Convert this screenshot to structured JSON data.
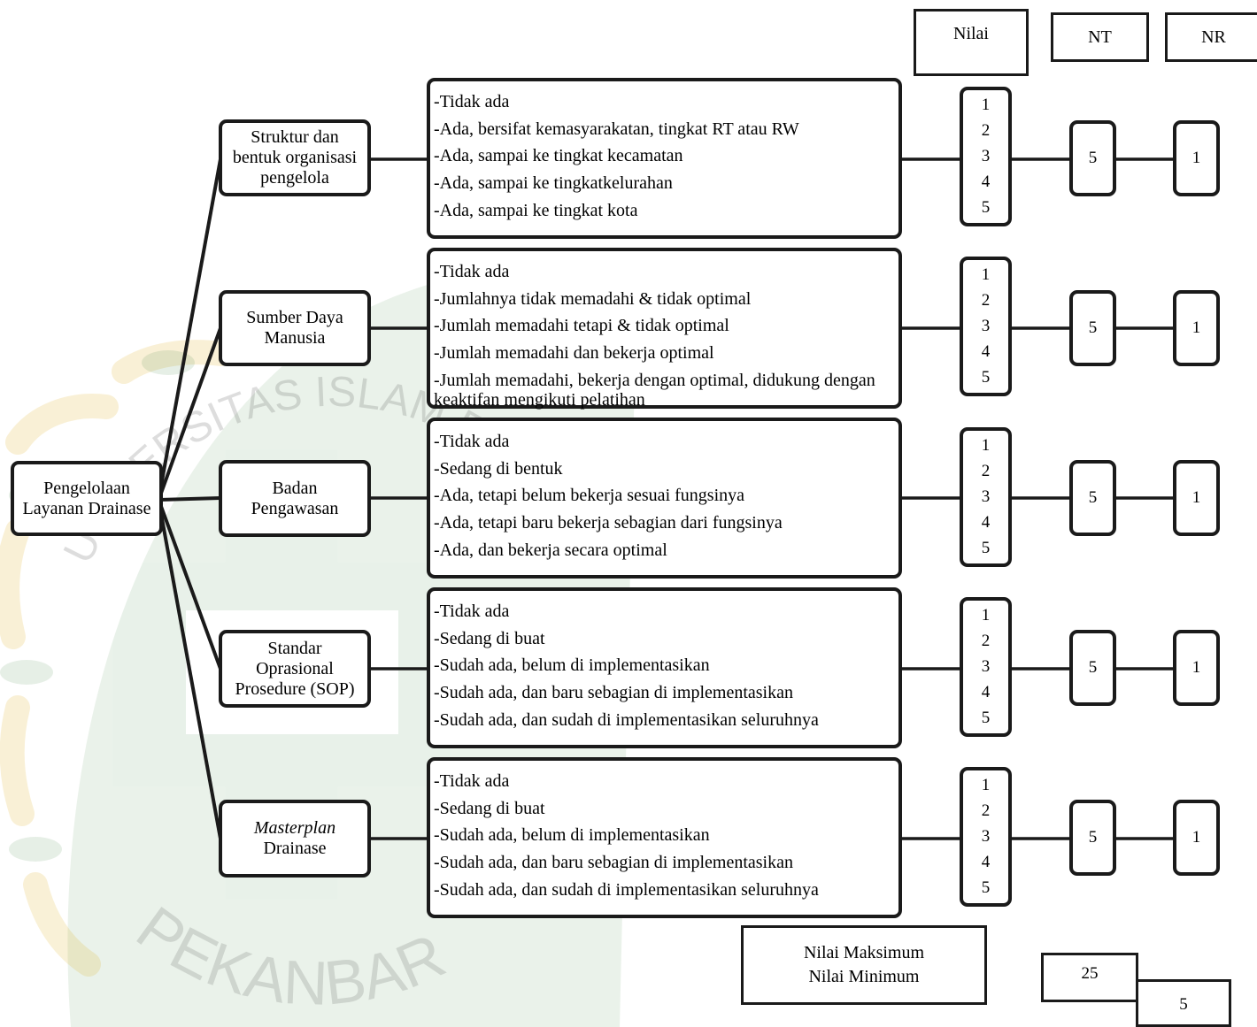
{
  "headers": {
    "nilai": "Nilai",
    "nt": "NT",
    "nr": "NR"
  },
  "root": {
    "label_line1": "Pengelolaan",
    "label_line2": "Layanan Drainase"
  },
  "criteria": [
    {
      "label_lines": [
        "Struktur dan",
        "bentuk organisasi",
        "pengelola"
      ],
      "options": [
        "-Tidak ada",
        "-Ada, bersifat kemasyarakatan, tingkat RT atau RW",
        "-Ada, sampai ke tingkat kecamatan",
        "-Ada, sampai ke tingkatkelurahan",
        "-Ada, sampai ke tingkat kota"
      ],
      "scale": [
        "1",
        "2",
        "3",
        "4",
        "5"
      ],
      "nt": "5",
      "nr": "1"
    },
    {
      "label_lines": [
        "Sumber Daya",
        "Manusia"
      ],
      "options": [
        "-Tidak ada",
        "-Jumlahnya tidak memadahi & tidak optimal",
        "-Jumlah memadahi tetapi & tidak optimal",
        "-Jumlah memadahi dan bekerja  optimal",
        "-Jumlah memadahi, bekerja dengan optimal, didukung dengan keaktifan mengikuti pelatihan"
      ],
      "scale": [
        "1",
        "2",
        "3",
        "4",
        "5"
      ],
      "nt": "5",
      "nr": "1"
    },
    {
      "label_lines": [
        "Badan",
        "Pengawasan"
      ],
      "options": [
        "-Tidak ada",
        "-Sedang di bentuk",
        "-Ada, tetapi belum bekerja sesuai fungsinya",
        "-Ada, tetapi baru bekerja sebagian dari fungsinya",
        "-Ada, dan bekerja secara optimal"
      ],
      "scale": [
        "1",
        "2",
        "3",
        "4",
        "5"
      ],
      "nt": "5",
      "nr": "1"
    },
    {
      "label_lines": [
        "Standar",
        "Oprasional",
        "Prosedure (SOP)"
      ],
      "options": [
        "-Tidak ada",
        "-Sedang di buat",
        "-Sudah ada, belum di implementasikan",
        "-Sudah ada, dan baru sebagian di implementasikan",
        "-Sudah ada, dan sudah di implementasikan seluruhnya"
      ],
      "scale": [
        "1",
        "2",
        "3",
        "4",
        "5"
      ],
      "nt": "5",
      "nr": "1"
    },
    {
      "label_lines": [
        "Masterplan",
        "Drainase"
      ],
      "options": [
        "-Tidak ada",
        "-Sedang di buat",
        "-Sudah ada, belum di implementasikan",
        "-Sudah ada, dan baru sebagian di implementasikan",
        "-Sudah ada, dan sudah di implementasikan seluruhnya"
      ],
      "scale": [
        "1",
        "2",
        "3",
        "4",
        "5"
      ],
      "nt": "5",
      "nr": "1"
    }
  ],
  "summary": {
    "max_label": "Nilai Maksimum",
    "min_label": "Nilai Minimum",
    "max_value": "25",
    "min_value": "5"
  },
  "watermark": {
    "top_text": "UNIVERSITAS ISLAM RIAU",
    "bottom_text": "PEKANBARU"
  },
  "colors": {
    "line": "#1a1a1a",
    "watermark_green": "#2e7d32",
    "watermark_gold": "#e0b020"
  }
}
